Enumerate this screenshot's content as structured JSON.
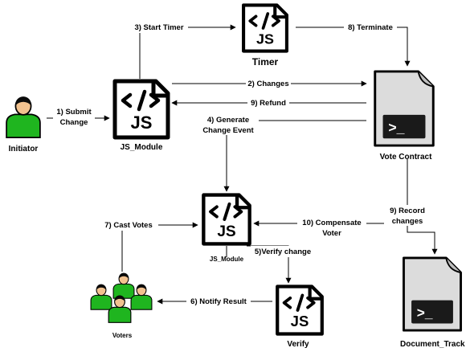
{
  "nodes": {
    "initiator": "Initiator",
    "js_module": "JS_Module",
    "timer": "Timer",
    "vote_contract": "Vote Contract",
    "js_module_2": "JS_Module",
    "voters": "Voters",
    "verify": "Verify",
    "document_track": "Document_Track"
  },
  "file_icon_text": {
    "code": "</>",
    "js": "JS",
    "terminal": ">_"
  },
  "edges": {
    "submit_change_1": "1) Submit",
    "submit_change_2": "Change",
    "changes": "2) Changes",
    "start_timer": "3) Start Timer",
    "generate_change_event_1": "4) Generate",
    "generate_change_event_2": "Change Event",
    "verify_change": "5)Verify change",
    "notify_result": "6) Notify Result",
    "cast_votes": "7) Cast Votes",
    "terminate": "8) Terminate",
    "refund": "9) Refund",
    "record_changes_1": "9) Record",
    "record_changes_2": "changes",
    "compensate_voter_1": "10) Compensate",
    "compensate_voter_2": "Voter"
  },
  "colors": {
    "person_green": "#1fb51f",
    "person_dark": "#0a0a0a",
    "skin": "#f2c28f",
    "doc_gray": "#dcdcdc",
    "terminal": "#1a1a1a"
  }
}
